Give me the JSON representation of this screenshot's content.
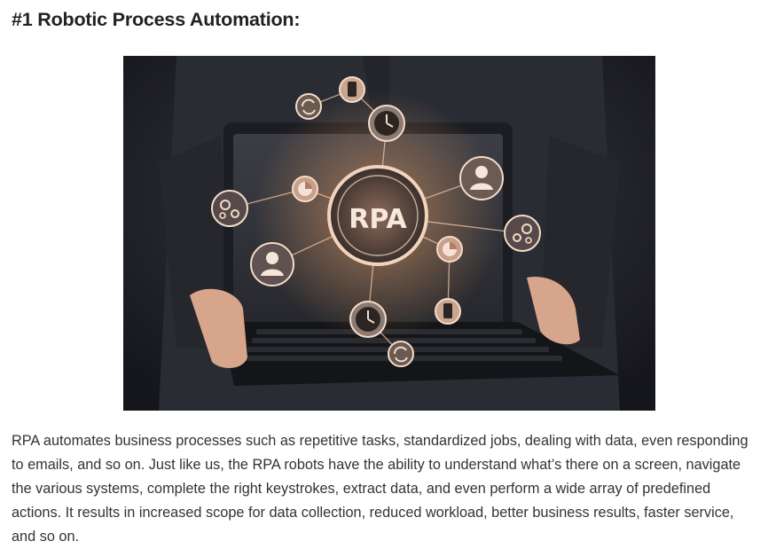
{
  "article": {
    "heading": "#1 Robotic Process Automation:",
    "image": {
      "center_label": "RPA",
      "icons": [
        "smartphone-icon",
        "sync-icon",
        "clock-icon",
        "user-icon",
        "gears-icon",
        "pie-chart-icon"
      ],
      "colors": {
        "glow": "#ffb070",
        "ring": "#f2d3bd",
        "background": "#1b1c22",
        "shirt": "#2c2e36"
      }
    },
    "paragraph": "RPA automates business processes such as repetitive tasks, standardized jobs, dealing with data, even responding to emails, and so on. Just like us, the RPA robots have the ability to understand what’s there on a screen, navigate the various systems, complete the right keystrokes, extract data, and even perform a wide array of predefined actions. It results in increased scope for data collection, reduced workload, better business results, faster service, and so on."
  }
}
